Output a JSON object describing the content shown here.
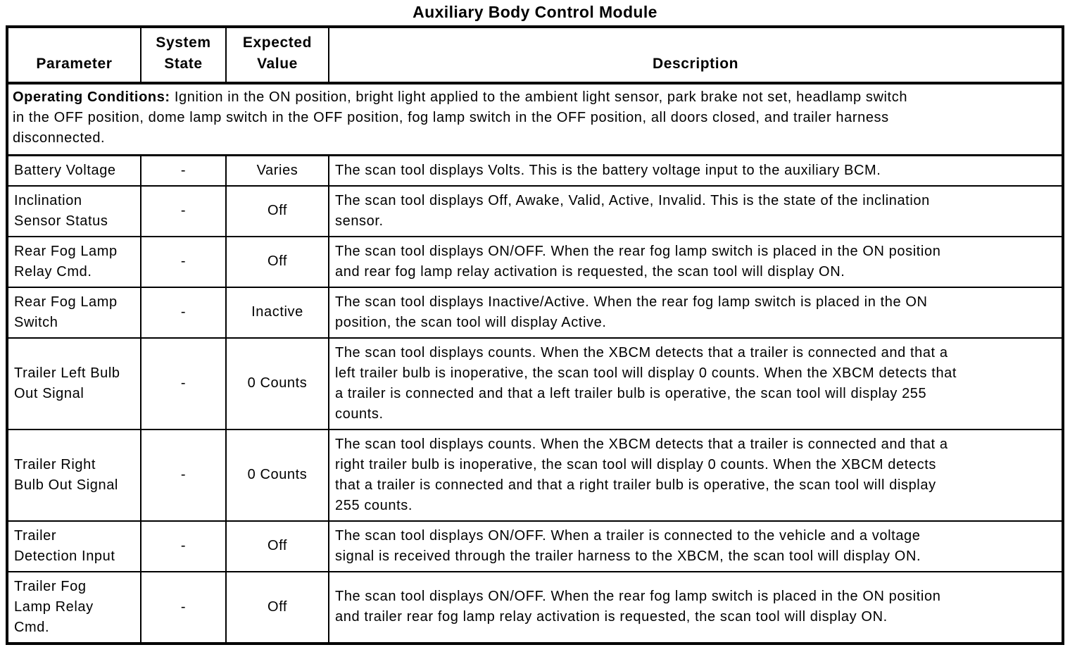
{
  "title": "Auxiliary Body Control Module",
  "table": {
    "headers": {
      "parameter": "Parameter",
      "system_state": "System\nState",
      "expected_value": "Expected\nValue",
      "description": "Description"
    },
    "operating_conditions": {
      "label": "Operating Conditions:",
      "text": " Ignition in the ON position, bright light applied to the ambient light sensor, park brake not set, headlamp switch\nin the OFF position, dome lamp switch in the OFF position, fog lamp switch in the OFF position, all doors closed, and trailer harness\ndisconnected."
    },
    "rows": [
      {
        "parameter": "Battery Voltage",
        "system_state": "-",
        "expected_value": "Varies",
        "description": "The scan tool displays Volts. This is the battery voltage input to the auxiliary BCM."
      },
      {
        "parameter": "Inclination\nSensor Status",
        "system_state": "-",
        "expected_value": "Off",
        "description": "The scan tool displays Off, Awake, Valid, Active, Invalid. This is the state of the inclination\nsensor."
      },
      {
        "parameter": "Rear Fog Lamp\nRelay Cmd.",
        "system_state": "-",
        "expected_value": "Off",
        "description": "The scan tool displays ON/OFF. When the rear fog lamp switch is placed in the ON position\nand rear fog lamp relay activation is requested, the scan tool will display ON."
      },
      {
        "parameter": "Rear Fog Lamp\nSwitch",
        "system_state": "-",
        "expected_value": "Inactive",
        "description": "The scan tool displays Inactive/Active. When the rear fog lamp switch is placed in the ON\nposition, the scan tool will display Active."
      },
      {
        "parameter": "Trailer Left Bulb\nOut Signal",
        "system_state": "-",
        "expected_value": "0 Counts",
        "description": "The scan tool displays counts. When the XBCM detects that a trailer is connected and that a\nleft trailer bulb is inoperative, the scan tool will display 0 counts. When the XBCM detects that\na trailer is connected and that a left trailer bulb is operative, the scan tool will display 255\ncounts."
      },
      {
        "parameter": "Trailer Right\nBulb Out Signal",
        "system_state": "-",
        "expected_value": "0 Counts",
        "description": "The scan tool displays counts. When the XBCM detects that a trailer is connected and that a\nright trailer bulb is inoperative, the scan tool will display 0 counts. When the XBCM detects\nthat a trailer is connected and that a right trailer bulb is operative, the scan tool will display\n255 counts."
      },
      {
        "parameter": "Trailer\nDetection Input",
        "system_state": "-",
        "expected_value": "Off",
        "description": "The scan tool displays ON/OFF. When a trailer is connected to the vehicle and a voltage\nsignal is received through the trailer harness to the XBCM, the scan tool will display ON."
      },
      {
        "parameter": "Trailer Fog\nLamp Relay\nCmd.",
        "system_state": "-",
        "expected_value": "Off",
        "description": "The scan tool displays ON/OFF. When the rear fog lamp switch is placed in the ON position\nand trailer rear fog lamp relay activation is requested, the scan tool will display ON."
      }
    ]
  }
}
